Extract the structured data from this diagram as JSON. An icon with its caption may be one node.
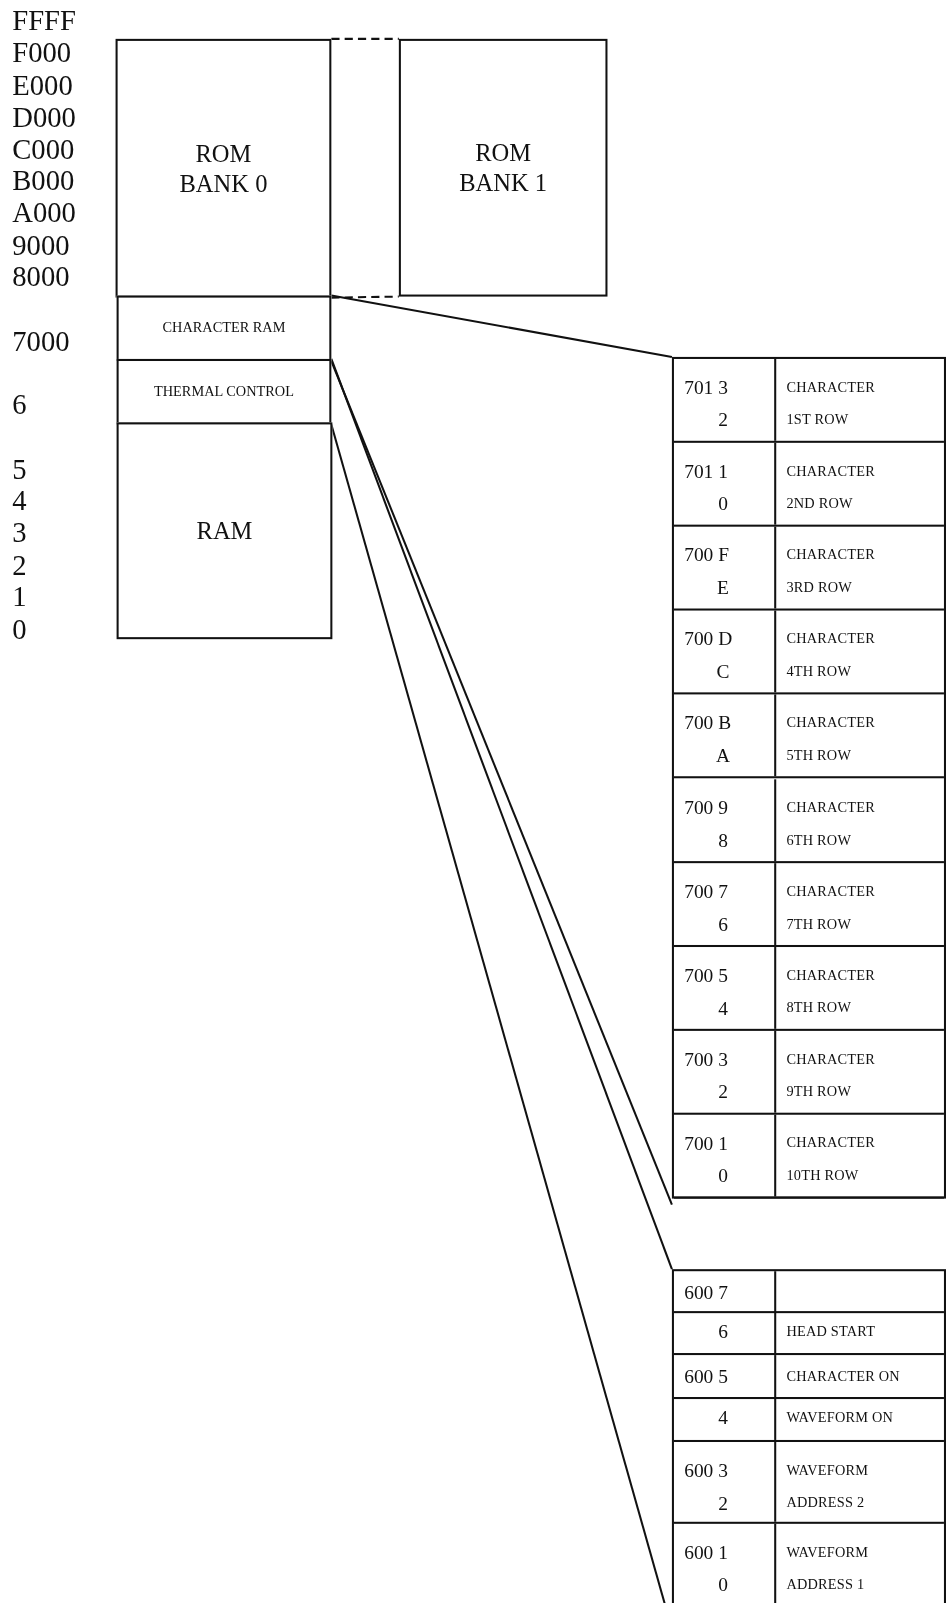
{
  "diagram": {
    "nodes": [
      {
        "text": [
          "ROM BANK 0"
        ]
      },
      {
        "text": [
          "ROM BANK 1"
        ]
      },
      {
        "text": [
          "CHARACTER RAM"
        ]
      },
      {
        "text": [
          "THERMAL CONTROL"
        ]
      },
      {
        "text": [
          "RAM"
        ]
      },
      {
        "text": [],
        "shape": "box"
      },
      {
        "text": [
          "701 3",
          "2",
          "CHARACTER 1ST ROW"
        ],
        "in": 5
      },
      {
        "text": [
          "701 1",
          "0",
          "CHARACTER 2ND ROW"
        ],
        "in": 5
      },
      {
        "text": [
          "700 F",
          "E",
          "CHARACTER 3RD ROW"
        ],
        "in": 5
      },
      {
        "text": [
          "700 D",
          "C",
          "CHARACTER 4TH ROW"
        ],
        "in": 5
      },
      {
        "text": [
          "700 B",
          "A",
          "CHARACTER 5TH ROW"
        ],
        "in": 5
      },
      {
        "text": [
          "700 9",
          "8",
          "CHARACTER 6TH ROW"
        ],
        "in": 5
      },
      {
        "text": [
          "700 7",
          "6",
          "CHARACTER 7TH ROW"
        ],
        "in": 5
      },
      {
        "text": [
          "700 5",
          "4",
          "CHARACTER 8TH ROW"
        ],
        "in": 5
      },
      {
        "text": [
          "700 3",
          "2",
          "CHARACTER 9TH ROW"
        ],
        "in": 5
      },
      {
        "text": [
          "700 1",
          "0",
          "CHARACTER 10TH ROW"
        ],
        "in": 5
      },
      {
        "text": [],
        "shape": "box"
      },
      {
        "text": [
          "600 7",
          "6",
          "HEAD START"
        ],
        "in": 16
      },
      {
        "text": [
          "600 5",
          "4",
          "CHARACTER ON",
          "WAVEFORM ON"
        ],
        "in": 16
      },
      {
        "text": [
          "600 3",
          "2",
          "WAVEFORM ADDRESS 2"
        ],
        "in": 16
      },
      {
        "text": [
          "600 1",
          "0",
          "WAVEFORM ADDRESS 1"
        ],
        "in": 16
      }
    ],
    "edges": [
      {
        "from": 0,
        "to": 1,
        "arrow": "none",
        "style": "dashed"
      },
      {
        "from": 0,
        "to": 1,
        "arrow": "none",
        "style": "dashed"
      },
      {
        "from": 2,
        "to": 5,
        "arrow": "none"
      },
      {
        "from": 2,
        "to": 5,
        "arrow": "none"
      },
      {
        "from": 3,
        "to": 16,
        "arrow": "none"
      },
      {
        "from": 3,
        "to": 16,
        "arrow": "none"
      }
    ],
    "labels": [
      "FFFF",
      "F000",
      "E000",
      "D000",
      "C000",
      "B000",
      "A000",
      "9000",
      "8000",
      "7000",
      "6",
      "5",
      "4",
      "3",
      "2",
      "1",
      "0"
    ]
  }
}
